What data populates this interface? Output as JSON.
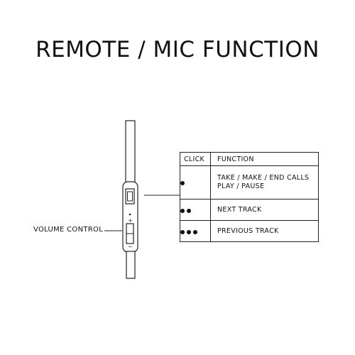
{
  "title": "REMOTE / MIC FUNCTION",
  "volume_label": "VOLUME CONTROL",
  "remote": {
    "plus": "+",
    "minus": "−"
  },
  "table": {
    "header": {
      "click": "CLICK",
      "function": "FUNCTION"
    },
    "rows": [
      {
        "clicks": 1,
        "lines": [
          "TAKE / MAKE / END CALLS",
          "PLAY / PAUSE"
        ]
      },
      {
        "clicks": 2,
        "lines": [
          "NEXT TRACK"
        ]
      },
      {
        "clicks": 3,
        "lines": [
          "PREVIOUS TRACK"
        ]
      }
    ]
  }
}
